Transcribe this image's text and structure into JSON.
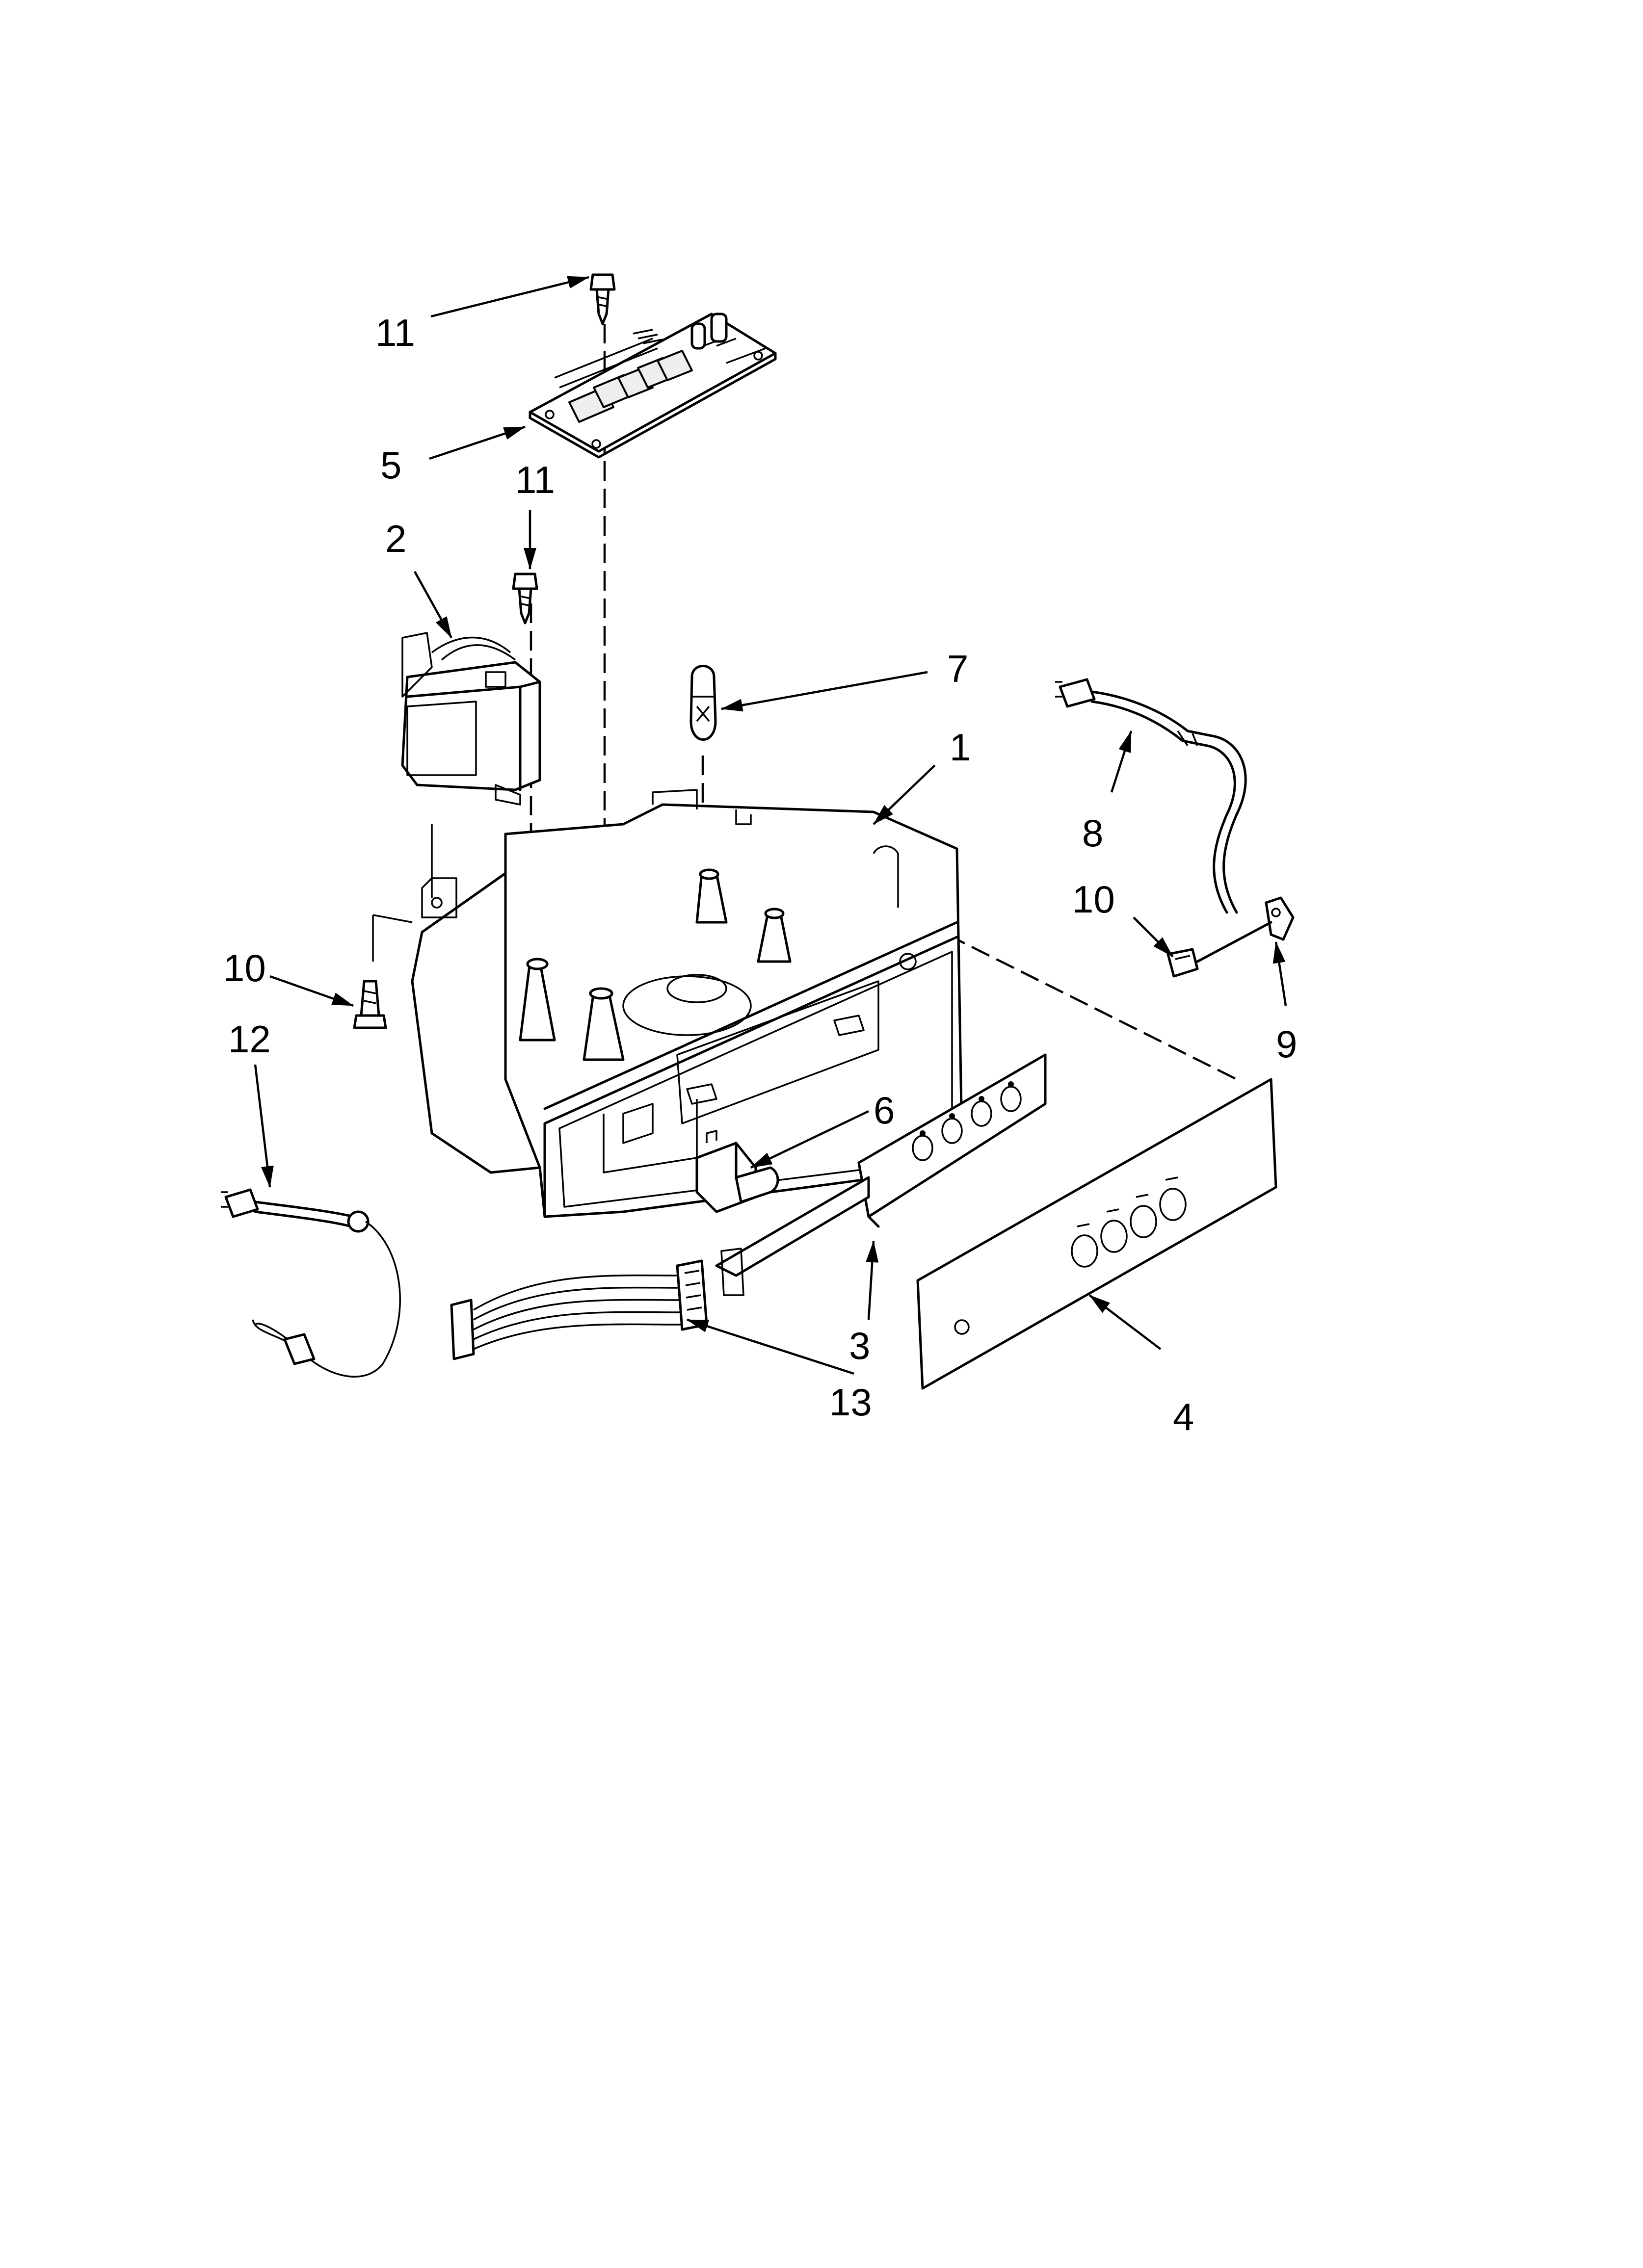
{
  "callouts": {
    "c1": "1",
    "c2": "2",
    "c3": "3",
    "c4": "4",
    "c5": "5",
    "c6": "6",
    "c7": "7",
    "c8": "8",
    "c9": "9",
    "c10a": "10",
    "c10b": "10",
    "c11a": "11",
    "c11b": "11",
    "c12": "12",
    "c13": "13"
  }
}
